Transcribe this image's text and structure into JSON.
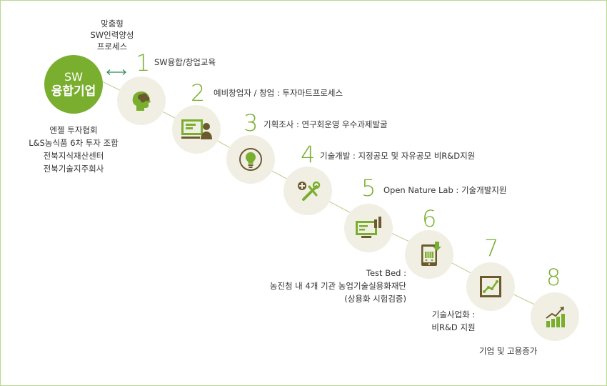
{
  "hub": {
    "line1": "SW",
    "line2": "융합기업"
  },
  "top_note": {
    "line1": "맞춤형",
    "line2": "SW인력양성",
    "line3": "프로세스"
  },
  "partners": {
    "line1": "엔젤 투자협회",
    "line2": "L&S농식품 6차 투자 조합",
    "line3": "전북지식재산센터",
    "line4": "전북기술지주회사"
  },
  "steps": [
    {
      "number": "1",
      "label": "SW융합/창업교육",
      "icon": "head-idea-icon"
    },
    {
      "number": "2",
      "label": "예비창업자 / 창업 : 투자마트프로세스",
      "icon": "presentation-person-icon"
    },
    {
      "number": "3",
      "label": "기획조사 : 연구회운영 우수과제발굴",
      "icon": "lightbulb-icon"
    },
    {
      "number": "4",
      "label": "기술개발 : 지정공모 및 자유공모 비R&D지원",
      "icon": "tools-icon"
    },
    {
      "number": "5",
      "label": "Open Nature Lab : 기술개발지원",
      "icon": "monitor-chart-icon"
    },
    {
      "number": "6",
      "label_lines": [
        "Test Bed :",
        "농진청 내 4개 기관 농업기술실용화재단",
        "(상용화 시험검증)"
      ],
      "icon": "tablet-cart-icon"
    },
    {
      "number": "7",
      "label_lines": [
        "기술사업화 :",
        "비R&D 지원"
      ],
      "icon": "line-chart-icon"
    },
    {
      "number": "8",
      "label": "기업 및 고용증가",
      "icon": "growth-bars-icon"
    }
  ],
  "colors": {
    "accent": "#7aae2f",
    "node_bg": "#f1efe4",
    "icon": "#7aae2f",
    "icon_dark": "#6b5a2e",
    "line": "#c7cf99",
    "border": "#b9d88e"
  }
}
